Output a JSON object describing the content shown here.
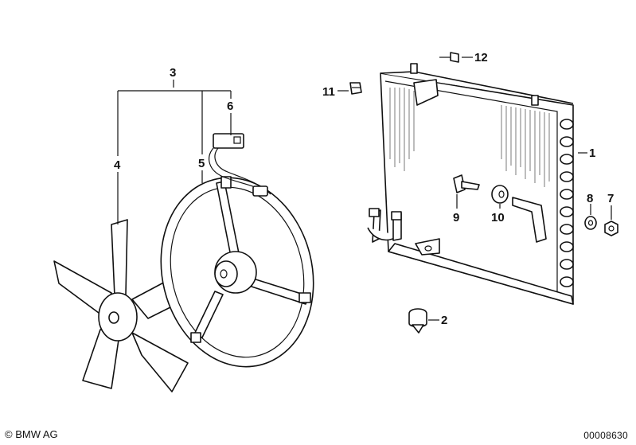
{
  "diagram": {
    "callouts": [
      "1",
      "2",
      "3",
      "4",
      "5",
      "6",
      "7",
      "8",
      "9",
      "10",
      "11",
      "12"
    ],
    "footer": {
      "copyright": "© BMW AG",
      "document_number": "00008630"
    }
  }
}
